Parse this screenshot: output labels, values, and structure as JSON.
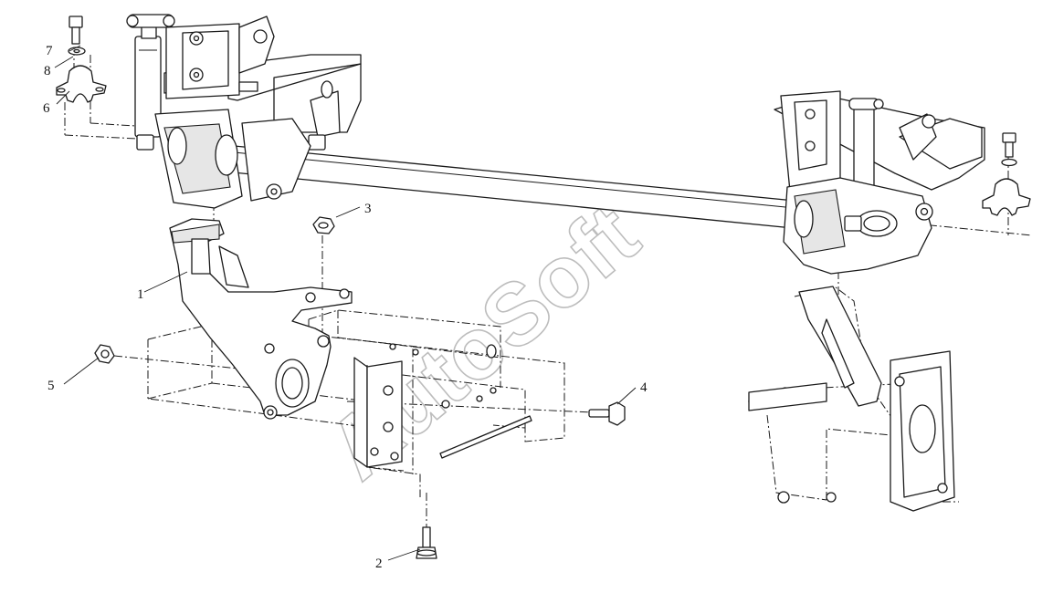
{
  "diagram": {
    "callouts": [
      {
        "id": "c1",
        "label": "1"
      },
      {
        "id": "c2",
        "label": "2"
      },
      {
        "id": "c3",
        "label": "3"
      },
      {
        "id": "c4",
        "label": "4"
      },
      {
        "id": "c5",
        "label": "5"
      },
      {
        "id": "c6",
        "label": "6"
      },
      {
        "id": "c7",
        "label": "7"
      },
      {
        "id": "c8",
        "label": "8"
      }
    ],
    "watermark": "AutoSoft"
  }
}
